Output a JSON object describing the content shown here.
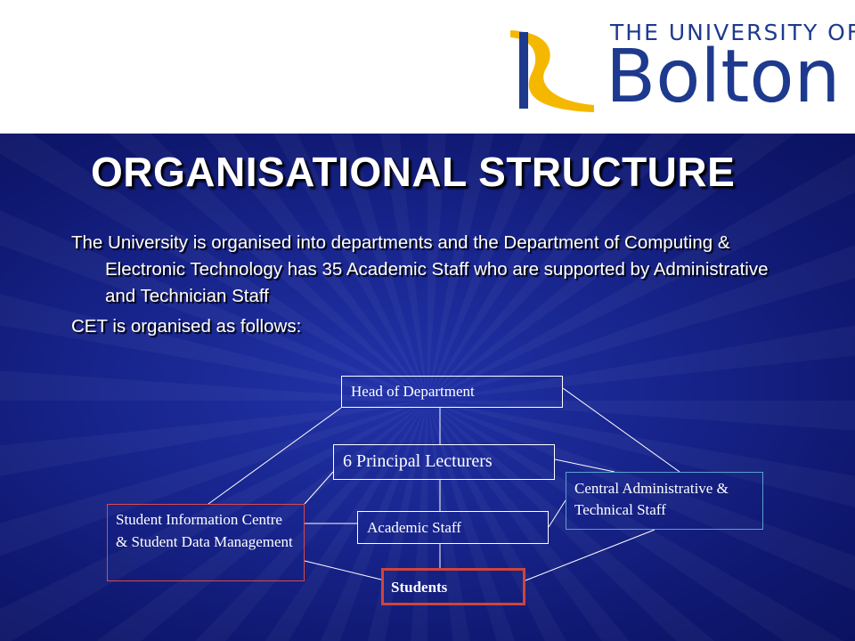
{
  "logo": {
    "line1": "THE UNIVERSITY OF",
    "line2": "Bolton",
    "brand_color": "#1e3a8e",
    "mark_color": "#f5b800"
  },
  "slide": {
    "title": "ORGANISATIONAL STRUCTURE",
    "paragraphs": [
      "The University is organised into departments and the Department of Computing & Electronic Technology has 35 Academic Staff who are supported by Administrative and Technician Staff",
      "CET is organised as follows:"
    ],
    "background_color": "#18258e"
  },
  "diagram": {
    "nodes": {
      "head": "Head of Department",
      "principal": "6 Principal Lecturers",
      "central": "Central Administrative & Technical Staff",
      "student_info": "Student Information Centre & Student Data Management",
      "academic": "Academic Staff",
      "students": "Students"
    },
    "connections": [
      [
        "head",
        "principal"
      ],
      [
        "principal",
        "academic"
      ],
      [
        "academic",
        "students"
      ],
      [
        "head",
        "student_info"
      ],
      [
        "head",
        "central"
      ],
      [
        "principal",
        "student_info"
      ],
      [
        "principal",
        "central"
      ],
      [
        "student_info",
        "academic"
      ],
      [
        "student_info",
        "students"
      ],
      [
        "central",
        "academic"
      ],
      [
        "central",
        "students"
      ]
    ]
  }
}
